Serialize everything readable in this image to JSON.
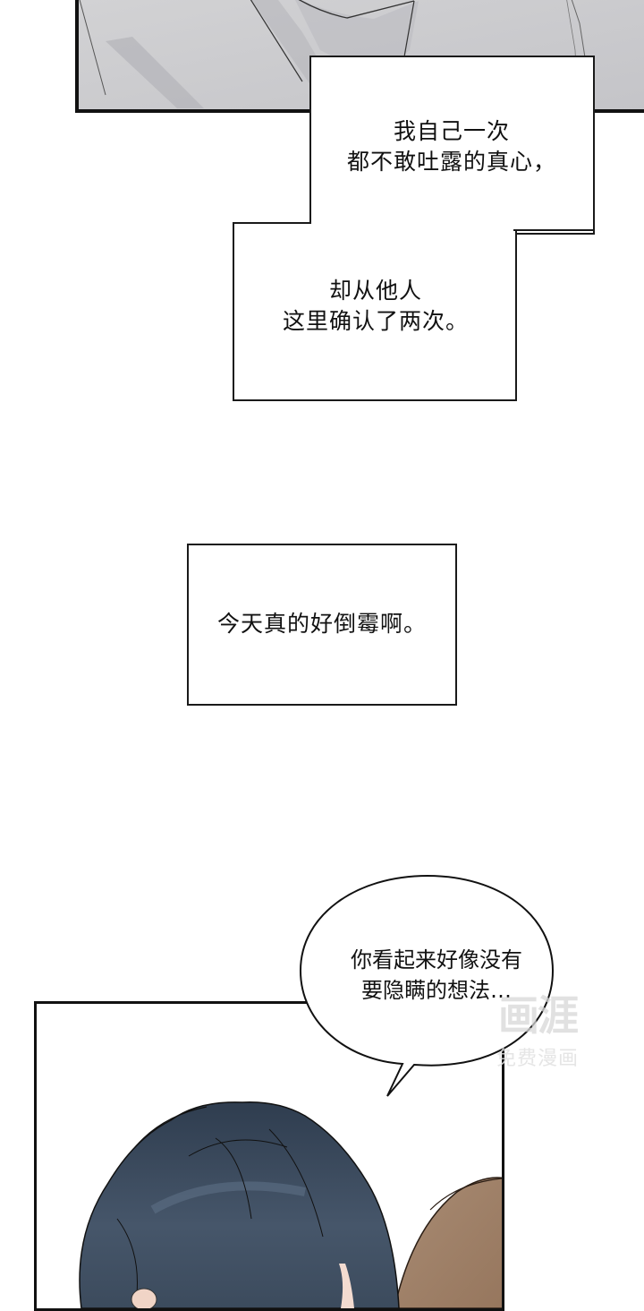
{
  "panels": {
    "top_art": {
      "description": "grey-toned panel showing a shirt collar",
      "tone": "#c9c9cc"
    },
    "bottom_art": {
      "description": "two characters' heads, dark blue-haired and brown-haired",
      "dark_hair": "#3d4d60",
      "brown_hair": "#a07f66"
    }
  },
  "captions": [
    {
      "lines": [
        "我自己一次",
        "都不敢吐露的真心，"
      ]
    },
    {
      "lines": [
        "却从他人",
        "这里确认了两次。"
      ]
    },
    {
      "lines": [
        "今天真的好倒霉啊。"
      ]
    }
  ],
  "speech_bubble": {
    "lines": [
      "你看起来好像没有",
      "要隐瞒的想法…"
    ]
  },
  "watermark": {
    "logo": "画涯",
    "subtitle": "免费漫画"
  },
  "colors": {
    "border": "#111111",
    "background": "#ffffff",
    "text": "#111111"
  }
}
